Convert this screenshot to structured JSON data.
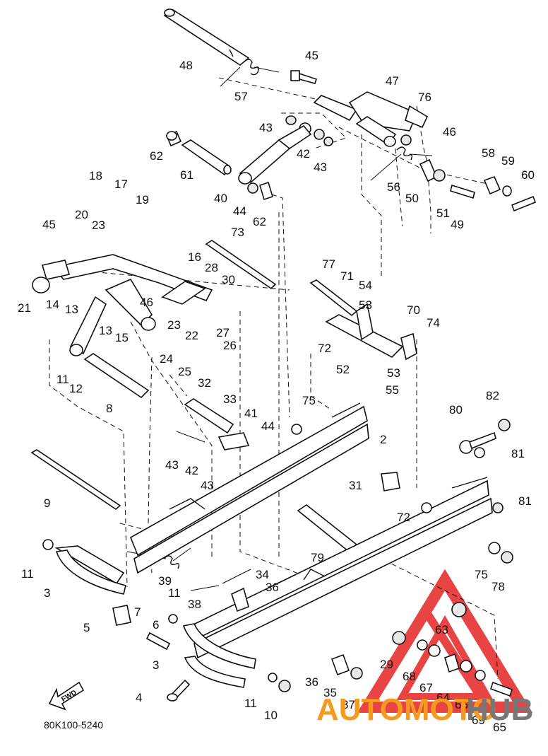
{
  "diagram": {
    "code": "80K100-5240",
    "fwd_label": "FWD",
    "watermark": {
      "text_a": "AUTOMOTO",
      "text_b": "HUB",
      "color_a": "#f39a1f",
      "color_b": "#777777",
      "triangle_color": "#e62424"
    },
    "callouts": [
      {
        "id": "48",
        "label": "48"
      },
      {
        "id": "57",
        "label": "57"
      },
      {
        "id": "45a",
        "label": "45"
      },
      {
        "id": "47",
        "label": "47"
      },
      {
        "id": "76",
        "label": "76"
      },
      {
        "id": "43a",
        "label": "43"
      },
      {
        "id": "46a",
        "label": "46"
      },
      {
        "id": "42a",
        "label": "42"
      },
      {
        "id": "43b",
        "label": "43"
      },
      {
        "id": "62a",
        "label": "62"
      },
      {
        "id": "61",
        "label": "61"
      },
      {
        "id": "56",
        "label": "56"
      },
      {
        "id": "58",
        "label": "58"
      },
      {
        "id": "59",
        "label": "59"
      },
      {
        "id": "60",
        "label": "60"
      },
      {
        "id": "40",
        "label": "40"
      },
      {
        "id": "44a",
        "label": "44"
      },
      {
        "id": "62b",
        "label": "62"
      },
      {
        "id": "50",
        "label": "50"
      },
      {
        "id": "51",
        "label": "51"
      },
      {
        "id": "49",
        "label": "49"
      },
      {
        "id": "18",
        "label": "18"
      },
      {
        "id": "17",
        "label": "17"
      },
      {
        "id": "19",
        "label": "19"
      },
      {
        "id": "20",
        "label": "20"
      },
      {
        "id": "23a",
        "label": "23"
      },
      {
        "id": "45b",
        "label": "45"
      },
      {
        "id": "73",
        "label": "73"
      },
      {
        "id": "16",
        "label": "16"
      },
      {
        "id": "28",
        "label": "28"
      },
      {
        "id": "30",
        "label": "30"
      },
      {
        "id": "77",
        "label": "77"
      },
      {
        "id": "71",
        "label": "71"
      },
      {
        "id": "54",
        "label": "54"
      },
      {
        "id": "53a",
        "label": "53"
      },
      {
        "id": "70",
        "label": "70"
      },
      {
        "id": "74",
        "label": "74"
      },
      {
        "id": "21",
        "label": "21"
      },
      {
        "id": "14",
        "label": "14"
      },
      {
        "id": "13a",
        "label": "13"
      },
      {
        "id": "46b",
        "label": "46"
      },
      {
        "id": "23b",
        "label": "23"
      },
      {
        "id": "22",
        "label": "22"
      },
      {
        "id": "27",
        "label": "27"
      },
      {
        "id": "72a",
        "label": "72"
      },
      {
        "id": "13b",
        "label": "13"
      },
      {
        "id": "15",
        "label": "15"
      },
      {
        "id": "26",
        "label": "26"
      },
      {
        "id": "24",
        "label": "24"
      },
      {
        "id": "25",
        "label": "25"
      },
      {
        "id": "52",
        "label": "52"
      },
      {
        "id": "53b",
        "label": "53"
      },
      {
        "id": "55",
        "label": "55"
      },
      {
        "id": "11a",
        "label": "11"
      },
      {
        "id": "12",
        "label": "12"
      },
      {
        "id": "8",
        "label": "8"
      },
      {
        "id": "32",
        "label": "32"
      },
      {
        "id": "33",
        "label": "33"
      },
      {
        "id": "75a",
        "label": "75"
      },
      {
        "id": "82",
        "label": "82"
      },
      {
        "id": "80",
        "label": "80"
      },
      {
        "id": "41",
        "label": "41"
      },
      {
        "id": "44b",
        "label": "44"
      },
      {
        "id": "2",
        "label": "2"
      },
      {
        "id": "43c",
        "label": "43"
      },
      {
        "id": "42b",
        "label": "42"
      },
      {
        "id": "43d",
        "label": "43"
      },
      {
        "id": "81a",
        "label": "81"
      },
      {
        "id": "9",
        "label": "9"
      },
      {
        "id": "31",
        "label": "31"
      },
      {
        "id": "72b",
        "label": "72"
      },
      {
        "id": "81b",
        "label": "81"
      },
      {
        "id": "11b",
        "label": "11"
      },
      {
        "id": "79",
        "label": "79"
      },
      {
        "id": "39",
        "label": "39"
      },
      {
        "id": "75b",
        "label": "75"
      },
      {
        "id": "78",
        "label": "78"
      },
      {
        "id": "3a",
        "label": "3"
      },
      {
        "id": "34",
        "label": "34"
      },
      {
        "id": "11c",
        "label": "11"
      },
      {
        "id": "36a",
        "label": "36"
      },
      {
        "id": "38",
        "label": "38"
      },
      {
        "id": "7",
        "label": "7"
      },
      {
        "id": "5",
        "label": "5"
      },
      {
        "id": "6",
        "label": "6"
      },
      {
        "id": "63",
        "label": "63"
      },
      {
        "id": "3b",
        "label": "3"
      },
      {
        "id": "29",
        "label": "29"
      },
      {
        "id": "68",
        "label": "68"
      },
      {
        "id": "67",
        "label": "67"
      },
      {
        "id": "36b",
        "label": "36"
      },
      {
        "id": "35",
        "label": "35"
      },
      {
        "id": "64",
        "label": "64"
      },
      {
        "id": "66",
        "label": "66"
      },
      {
        "id": "4",
        "label": "4"
      },
      {
        "id": "11d",
        "label": "11"
      },
      {
        "id": "37",
        "label": "37"
      },
      {
        "id": "69",
        "label": "69"
      },
      {
        "id": "10",
        "label": "10"
      },
      {
        "id": "65",
        "label": "65"
      }
    ]
  }
}
